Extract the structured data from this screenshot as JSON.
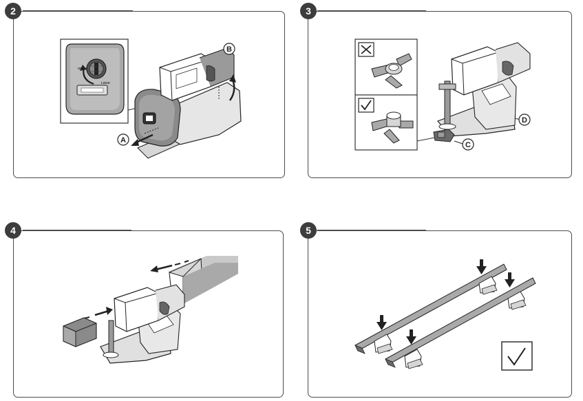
{
  "colors": {
    "ink": "#1e1e1e",
    "frame": "#4a4a4a",
    "badge": "#3d3d3d",
    "gray_light": "#d6d6d6",
    "gray_mid": "#a9a9a9",
    "gray_dark": "#6a6a6a",
    "white": "#ffffff"
  },
  "steps": [
    {
      "number": "2",
      "callouts": [
        "A",
        "B"
      ],
      "lock_labels": {
        "open": "OPEN",
        "lock": "LOCK"
      },
      "icons": [
        "lock-cylinder-icon",
        "rotate-arrow-icon",
        "pull-arrow-icon",
        "lift-arrow-icon"
      ]
    },
    {
      "number": "3",
      "callouts": [
        "C",
        "D"
      ],
      "icons": [
        "cross-mark-icon",
        "check-mark-icon"
      ]
    },
    {
      "number": "4",
      "icons": [
        "insert-arrow-icon"
      ]
    },
    {
      "number": "5",
      "icons": [
        "down-arrow-icon",
        "check-mark-icon"
      ]
    }
  ]
}
